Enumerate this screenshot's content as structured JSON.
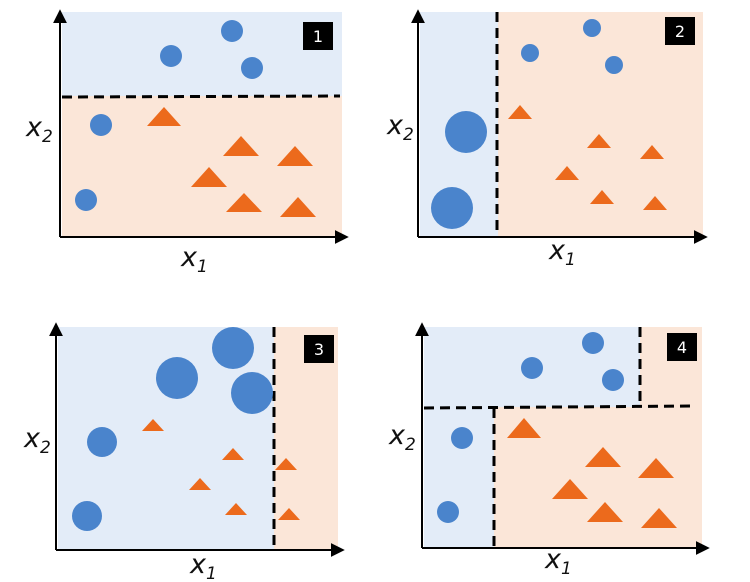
{
  "colors": {
    "blue_region": "#e3ecf8",
    "orange_region": "#fbe6d8",
    "blue_points": "#4a84cc",
    "orange_points": "#ec6a1c",
    "boundary": "#000000"
  },
  "panels": [
    {
      "badge": "1",
      "x_label": "x",
      "x_sub": "1",
      "y_label": "x",
      "y_sub": "2"
    },
    {
      "badge": "2",
      "x_label": "x",
      "x_sub": "1",
      "y_label": "x",
      "y_sub": "2"
    },
    {
      "badge": "3",
      "x_label": "x",
      "x_sub": "1",
      "y_label": "x",
      "y_sub": "2"
    },
    {
      "badge": "4",
      "x_label": "x",
      "x_sub": "1",
      "y_label": "x",
      "y_sub": "2"
    }
  ]
}
